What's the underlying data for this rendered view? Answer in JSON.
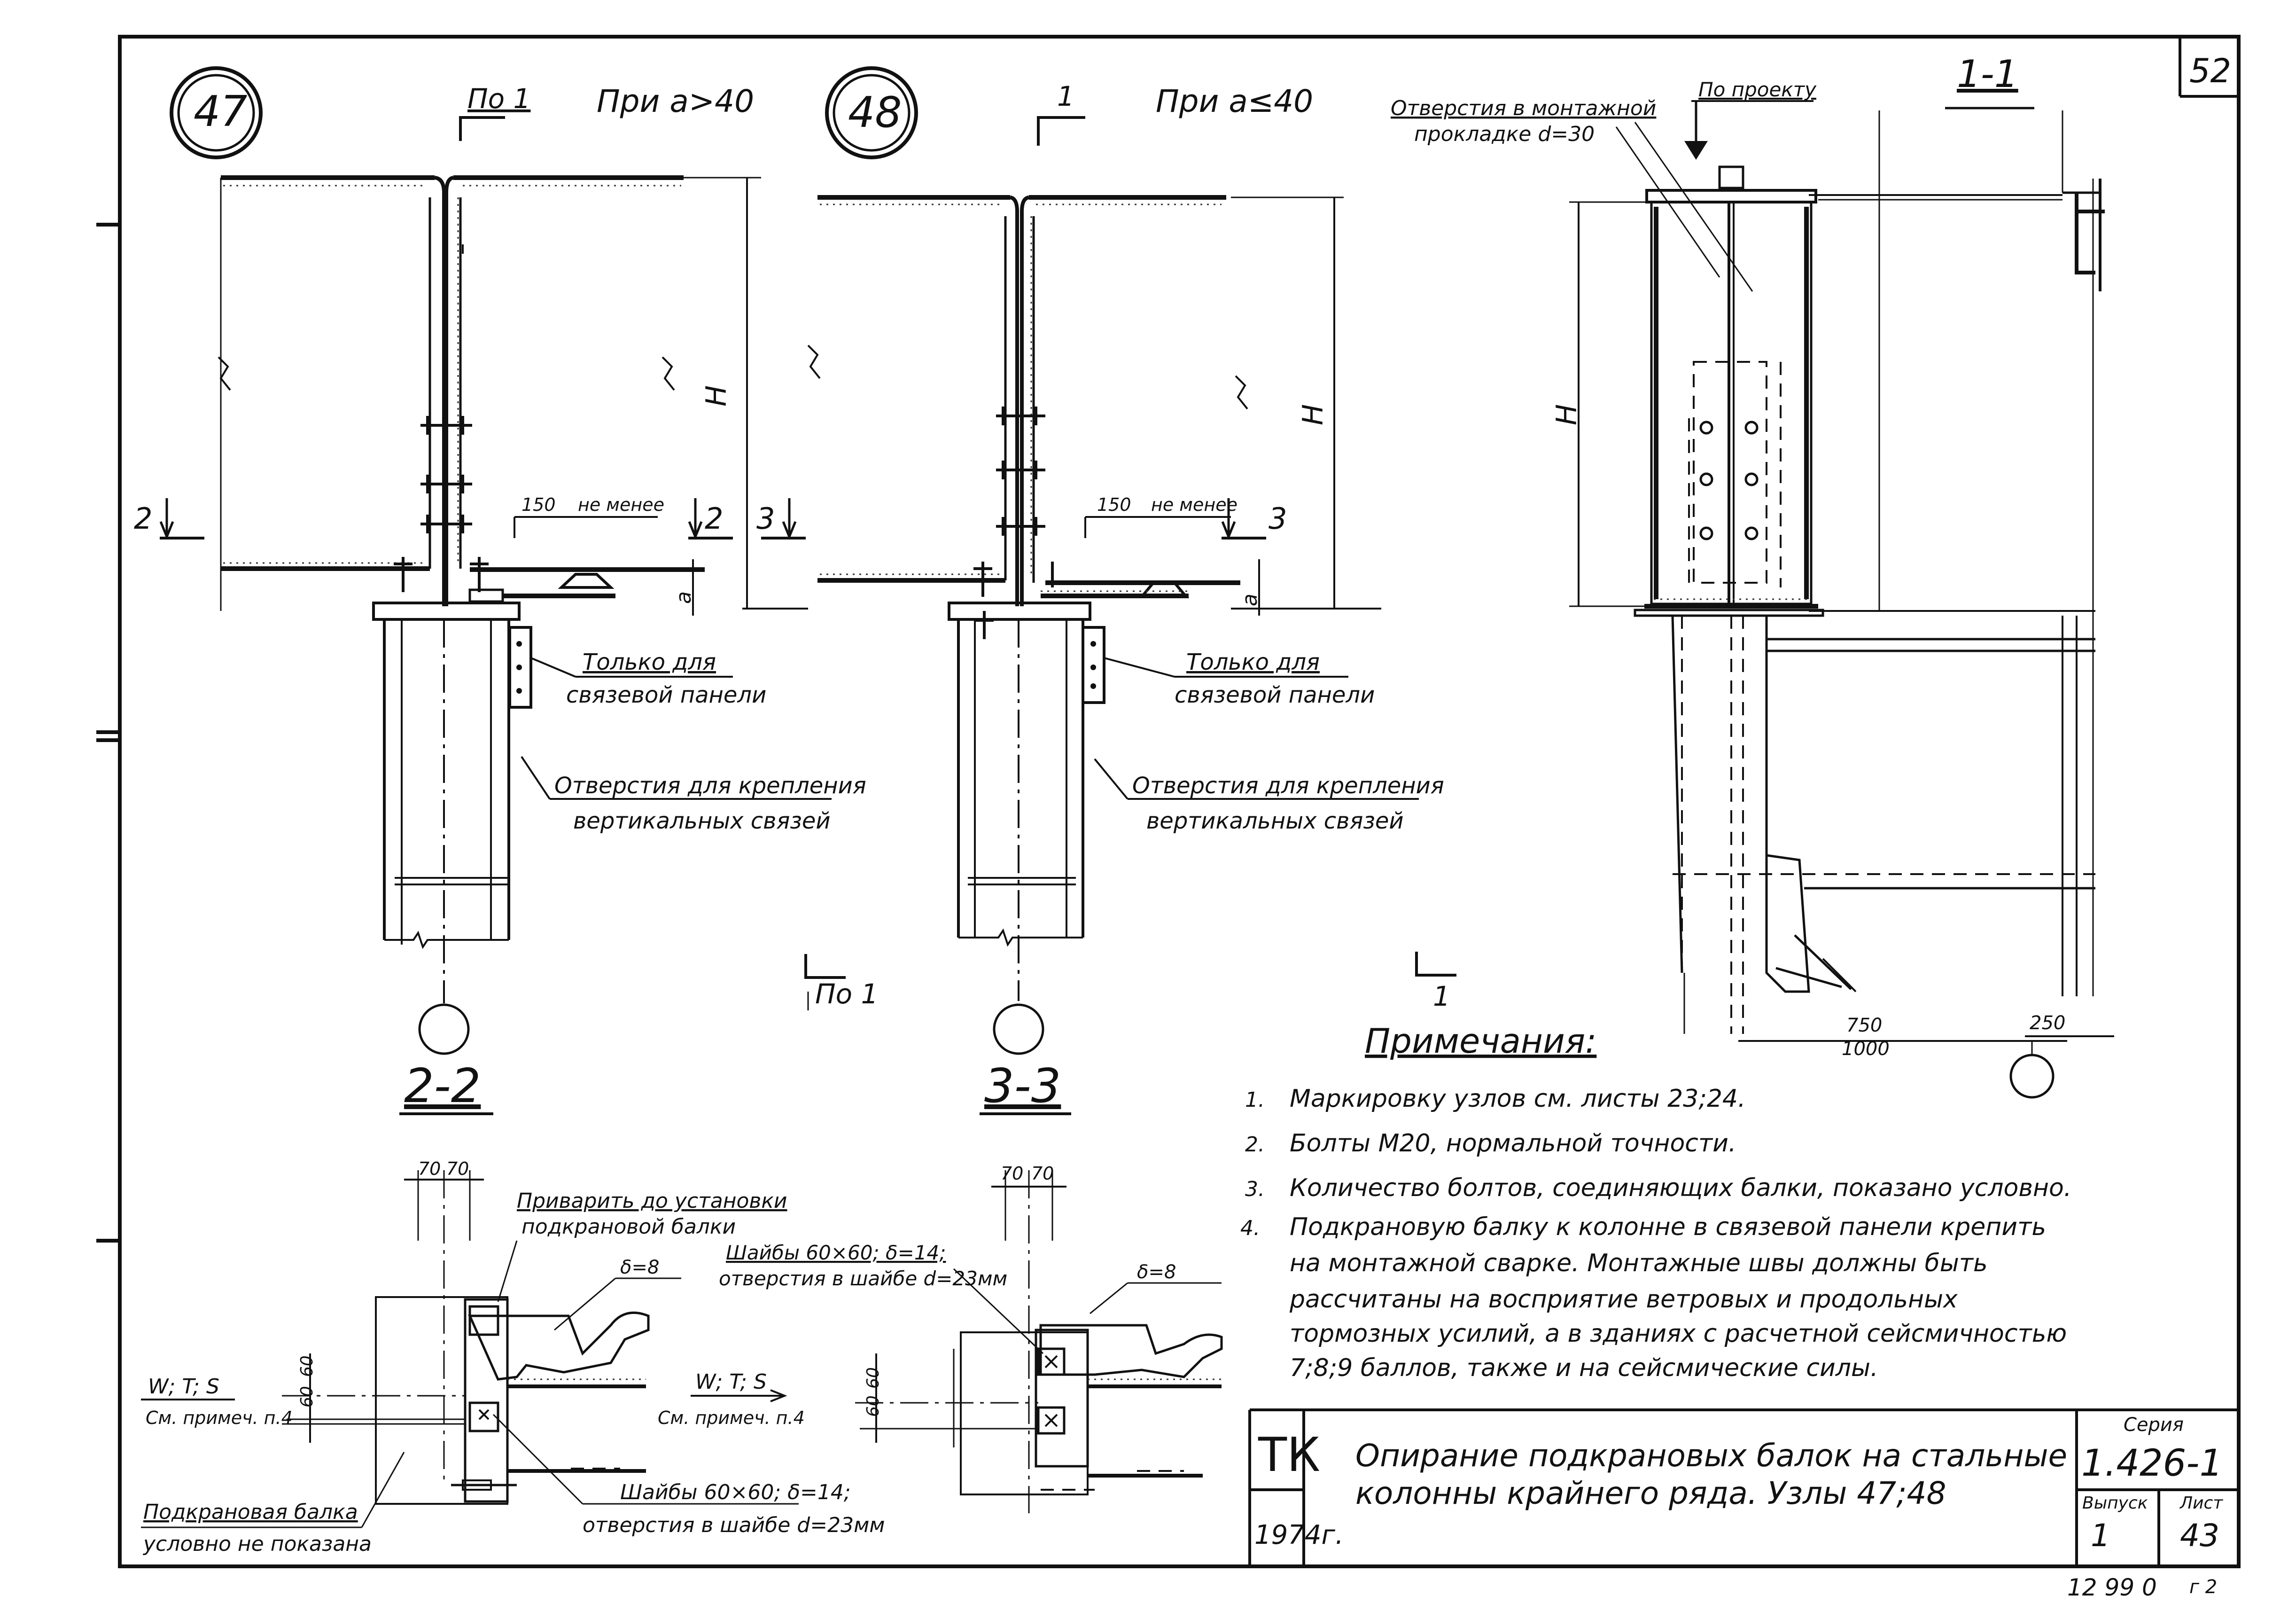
{
  "sheet": {
    "number": "52",
    "footer_code": "12 99 0",
    "footer_code_suffix": "г 2"
  },
  "node_47": {
    "number": "47",
    "cut_label": "По 1",
    "condition": "При a>40",
    "dim_150": "150",
    "dim_not_less": "не менее",
    "dim_h": "H",
    "dim_a": "a",
    "section_mark": "2",
    "note_connection_1": "Только для",
    "note_connection_2": "связевой панели",
    "note_holes_1": "Отверстия для крепления",
    "note_holes_2": "вертикальных связей",
    "cut_bottom": "По 1"
  },
  "node_48": {
    "number": "48",
    "cut_label": "1",
    "condition": "При a≤40",
    "dim_150": "150",
    "dim_not_less": "не менее",
    "dim_h": "H",
    "dim_a": "a",
    "section_mark": "3",
    "note_connection_1": "Только для",
    "note_connection_2": "связевой панели",
    "note_holes_1": "Отверстия для крепления",
    "note_holes_2": "вертикальных связей",
    "cut_bottom": "1"
  },
  "section_1_1": {
    "title": "1-1",
    "by_project": "По проекту",
    "holes_note_1": "Отверстия в монтажной",
    "holes_note_2": "прокладке d=30",
    "dim_h": "H",
    "dim_750": "750",
    "dim_1000": "1000",
    "dim_250": "250"
  },
  "section_2_2": {
    "title": "2-2",
    "dim_70a": "70",
    "dim_70b": "70",
    "weld_note_1": "Приварить до установки",
    "weld_note_2": "подкрановой балки",
    "delta": "δ=8",
    "dim_60a": "60",
    "dim_60b": "60",
    "loads_left": "W; T; S",
    "see_note_left": "См. примеч. п.4",
    "loads_right": "W; T; S",
    "see_note_right": "См. примеч. п.4",
    "washers_1": "Шайбы 60×60; δ=14;",
    "washers_2": "отверстия в шайбе d=23мм",
    "crane_beam_1": "Подкрановая балка",
    "crane_beam_2": "условно не показана"
  },
  "section_3_3": {
    "title": "3-3",
    "dim_70a": "70",
    "dim_70b": "70",
    "washers_1": "Шайбы 60×60; δ=14;",
    "washers_2": "отверстия в шайбе d=23мм",
    "delta": "δ=8",
    "dim_60a": "60",
    "dim_60b": "60"
  },
  "notes": {
    "heading": "Примечания:",
    "items": [
      {
        "num": "1.",
        "text": "Маркировку узлов см. листы 23;24."
      },
      {
        "num": "2.",
        "text": "Болты М20, нормальной точности."
      },
      {
        "num": "3.",
        "text": "Количество болтов, соединяющих балки, показано условно."
      },
      {
        "num": "4.",
        "text": "Подкрановую балку к колонне в связевой панели крепить"
      }
    ],
    "item4_continuation": [
      "на монтажной сварке. Монтажные швы должны быть",
      "рассчитаны на восприятие ветровых и продольных",
      "тормозных усилий, а в зданиях с расчетной сейсмичностью",
      "7;8;9 баллов, также и на сейсмические силы."
    ]
  },
  "title_block": {
    "code": "ТК",
    "year": "1974г.",
    "title_line1": "Опирание подкрановых балок на стальные",
    "title_line2": "колонны крайнего ряда.   Узлы 47;48",
    "series_label": "Серия",
    "series_value": "1.426-1",
    "issue_label": "Выпуск",
    "issue_value": "1",
    "sheet_label": "Лист",
    "sheet_value": "43"
  }
}
